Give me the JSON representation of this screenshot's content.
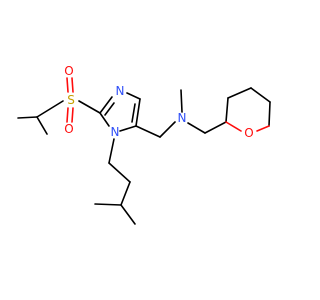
{
  "colors": {
    "carbon": "#000000",
    "nitrogen": "#3050F8",
    "oxygen": "#FF0D0D",
    "sulfur": "#C6A000",
    "background": "#ffffff"
  },
  "atoms": [
    {
      "id": "S1",
      "label": "S",
      "element": "S"
    },
    {
      "id": "O_s_top",
      "label": "O",
      "element": "O"
    },
    {
      "id": "O_s_bottom",
      "label": "O",
      "element": "O"
    },
    {
      "id": "N_ring_top",
      "label": "N",
      "element": "N"
    },
    {
      "id": "N_ring_sub",
      "label": "N",
      "element": "N"
    },
    {
      "id": "N_amine",
      "label": "N",
      "element": "N"
    },
    {
      "id": "O_pyran",
      "label": "O",
      "element": "O"
    }
  ]
}
